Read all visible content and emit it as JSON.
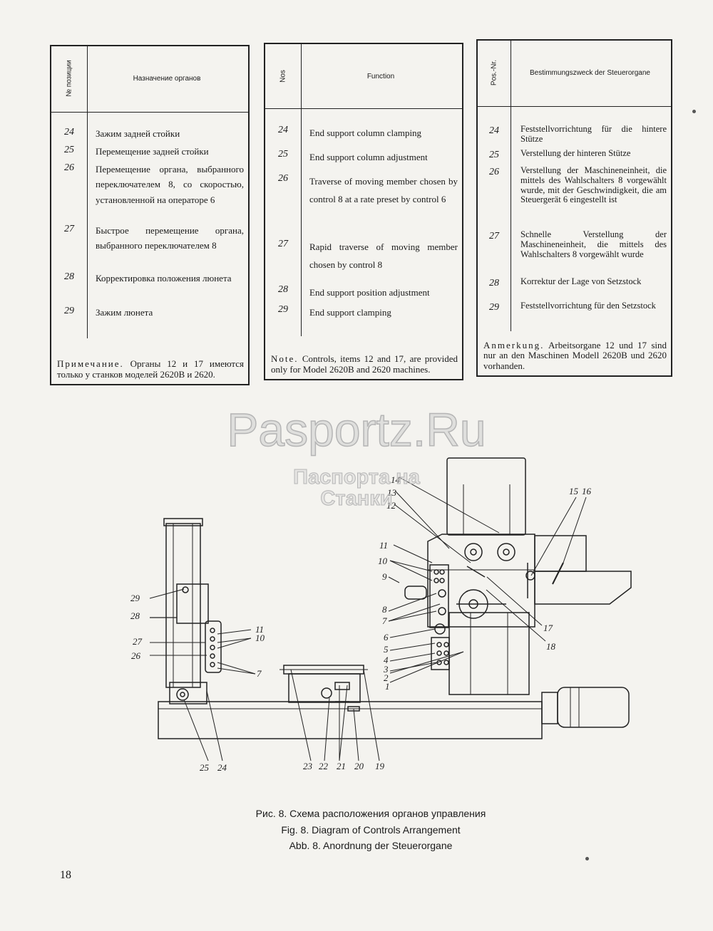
{
  "tables": {
    "ru": {
      "header_num": "№ позиции",
      "header_func": "Назначение органов",
      "rows": [
        {
          "num": "24",
          "text": "Зажим задней стойки"
        },
        {
          "num": "25",
          "text": "Перемещение задней стойки"
        },
        {
          "num": "26",
          "text": "Перемещение органа, выбранного переключателем 8, со скоростью, установленной на операторе 6"
        },
        {
          "num": "27",
          "text": "Быстрое перемещение органа, выбранного переключателем 8"
        },
        {
          "num": "28",
          "text": "Корректировка положения люнета"
        },
        {
          "num": "29",
          "text": "Зажим люнета"
        }
      ],
      "note_label": "Примечание.",
      "note_text": "Органы 12 и 17 имеются только у станков моделей 2620В и 2620."
    },
    "en": {
      "header_num": "Nos",
      "header_func": "Function",
      "rows": [
        {
          "num": "24",
          "text": "End support column clamping"
        },
        {
          "num": "25",
          "text": "End support column adjustment"
        },
        {
          "num": "26",
          "text": "Traverse of moving member chosen by control 8 at a rate preset by control 6"
        },
        {
          "num": "27",
          "text": "Rapid traverse of moving member chosen by control 8"
        },
        {
          "num": "28",
          "text": "End support position adjustment"
        },
        {
          "num": "29",
          "text": "End support clamping"
        }
      ],
      "note_label": "Note.",
      "note_text": "Controls, items 12 and 17, are provided only for Model 2620B and 2620 machines."
    },
    "de": {
      "header_num": "Pos.-Nr.",
      "header_func": "Bestimmungszweck der Steuerorgane",
      "rows": [
        {
          "num": "24",
          "text": "Feststellvorrichtung für die hintere Stütze"
        },
        {
          "num": "25",
          "text": "Verstellung der hinteren Stütze"
        },
        {
          "num": "26",
          "text": "Verstellung der Maschineneinheit, die mittels des Wahlschalters 8 vorgewählt wurde, mit der Geschwindigkeit, die am Steuergerät 6 eingestellt ist"
        },
        {
          "num": "27",
          "text": "Schnelle Verstellung der Maschineneinheit, die mittels des Wahlschalters 8 vorgewählt wurde"
        },
        {
          "num": "28",
          "text": "Korrektur der Lage von Setzstock"
        },
        {
          "num": "29",
          "text": "Feststellvorrichtung für den Setzstock"
        }
      ],
      "note_label": "Anmerkung.",
      "note_text": "Arbeitsorgane 12 und 17 sind nur an den Maschinen Modell 2620В und 2620 vorhanden."
    }
  },
  "watermark": {
    "main": "Pasportz.Ru",
    "sub_line1": "Паспорта на",
    "sub_line2": "Станки"
  },
  "diagram": {
    "labels": [
      "1",
      "2",
      "3",
      "4",
      "5",
      "6",
      "7",
      "8",
      "9",
      "10",
      "11",
      "12",
      "13",
      "14",
      "15",
      "16",
      "17",
      "18",
      "19",
      "20",
      "21",
      "22",
      "23",
      "24",
      "25",
      "26",
      "27",
      "28",
      "29"
    ]
  },
  "captions": {
    "ru": "Рис. 8. Схема расположения органов управления",
    "en": "Fig. 8. Diagram of Controls Arrangement",
    "de": "Abb. 8. Anordnung der Steuerorgane"
  },
  "page_number": "18"
}
